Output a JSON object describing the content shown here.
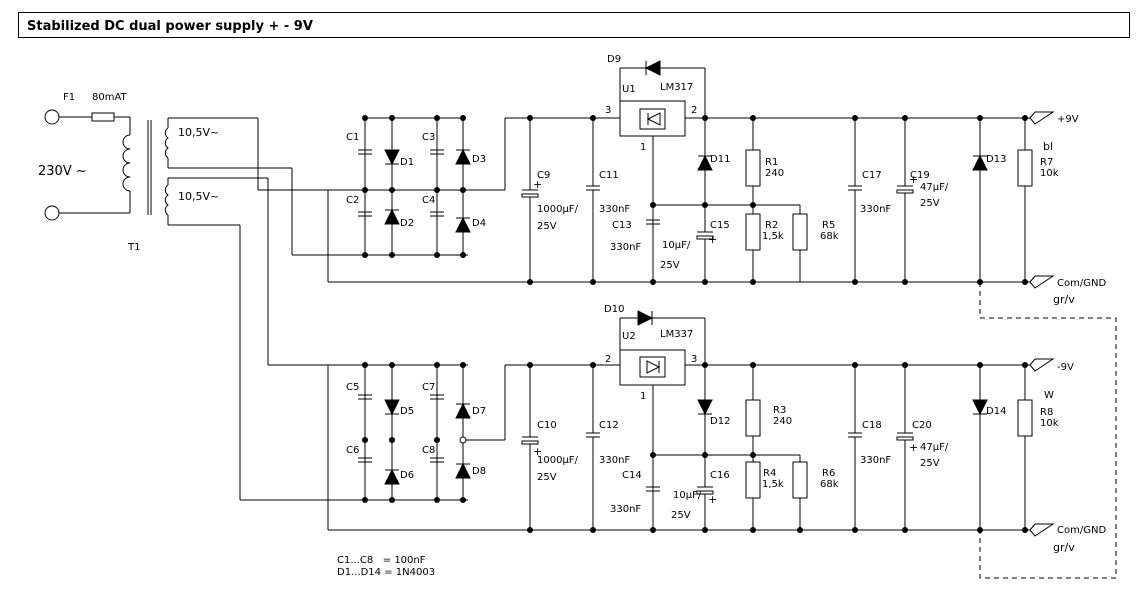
{
  "title": "Stabilized DC dual power supply + - 9V",
  "fuse": {
    "ref": "F1",
    "value": "80mAT"
  },
  "mains": "230V ~",
  "transformer": {
    "ref": "T1",
    "secondary_top": "10,5V~",
    "secondary_bottom": "10,5V~"
  },
  "top_rail": {
    "bridge_caps": [
      "C1",
      "C2",
      "C3",
      "C4"
    ],
    "bridge_diodes": [
      "D1",
      "D2",
      "D3",
      "D4"
    ],
    "reservoir": {
      "ref": "C9",
      "value_a": "1000µF/",
      "value_b": "25V"
    },
    "input_cap": {
      "ref": "C11",
      "value": "330nF"
    },
    "protect_diode": "D9",
    "regulator": {
      "ref": "U1",
      "part": "LM317",
      "pin_in": "3",
      "pin_out": "2",
      "pin_adj": "1"
    },
    "adj_diode": "D11",
    "adj_cap": {
      "ref": "C13",
      "value": "330nF"
    },
    "adj_elko": {
      "ref": "C15",
      "value_a": "10µF/",
      "value_b": "25V"
    },
    "r_set": {
      "ref": "R1",
      "value": "240"
    },
    "r_adj": {
      "ref": "R2",
      "value": "1,5k"
    },
    "r_parallel": {
      "ref": "R5",
      "value": "68k"
    },
    "out_cap": {
      "ref": "C17",
      "value": "330nF"
    },
    "out_elko": {
      "ref": "C19",
      "value_a": "47µF/",
      "value_b": "25V"
    },
    "out_diode": "D13",
    "led_res": {
      "ref": "R7",
      "value": "10k"
    },
    "output_label": "+9V",
    "wire_color": "bl",
    "gnd_label": "Com/GND",
    "gnd_color": "gr/v"
  },
  "bottom_rail": {
    "bridge_caps": [
      "C5",
      "C6",
      "C7",
      "C8"
    ],
    "bridge_diodes": [
      "D5",
      "D6",
      "D7",
      "D8"
    ],
    "reservoir": {
      "ref": "C10",
      "value_a": "1000µF/",
      "value_b": "25V"
    },
    "input_cap": {
      "ref": "C12",
      "value": "330nF"
    },
    "protect_diode": "D10",
    "regulator": {
      "ref": "U2",
      "part": "LM337",
      "pin_in": "3",
      "pin_out": "2",
      "pin_adj": "1"
    },
    "adj_diode": "D12",
    "adj_cap": {
      "ref": "C14",
      "value": "330nF"
    },
    "adj_elko": {
      "ref": "C16",
      "value_a": "10µF/",
      "value_b": "25V"
    },
    "r_set": {
      "ref": "R3",
      "value": "240"
    },
    "r_adj": {
      "ref": "R4",
      "value": "1,5k"
    },
    "r_parallel": {
      "ref": "R6",
      "value": "68k"
    },
    "out_cap": {
      "ref": "C18",
      "value": "330nF"
    },
    "out_elko": {
      "ref": "C20",
      "value_a": "47µF/",
      "value_b": "25V"
    },
    "out_diode": "D14",
    "led_res": {
      "ref": "R8",
      "value": "10k"
    },
    "output_label": "-9V",
    "wire_color": "W",
    "gnd_label": "Com/GND",
    "gnd_color": "gr/v"
  },
  "notes": [
    "C1...C8   = 100nF",
    "D1...D14 = 1N4003"
  ]
}
